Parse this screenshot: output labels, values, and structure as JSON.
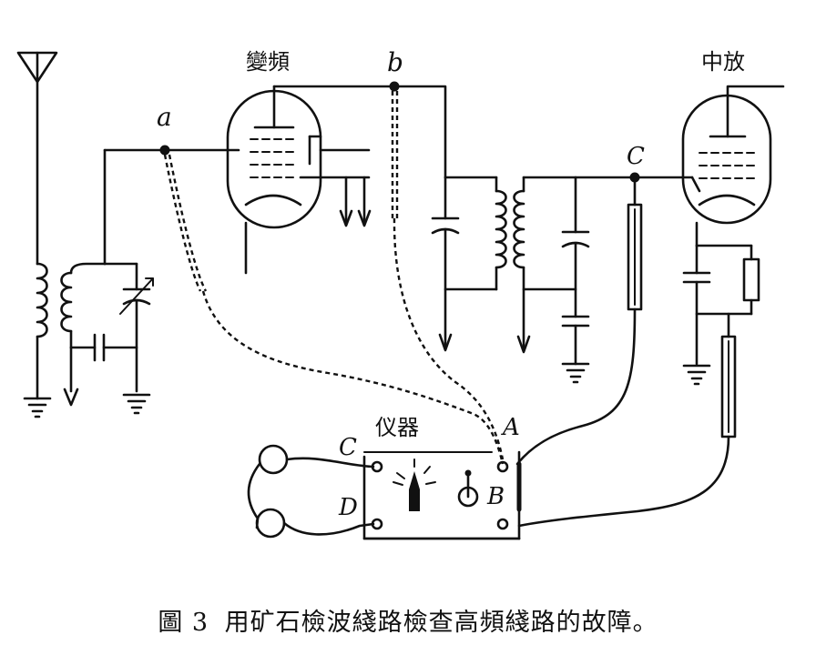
{
  "labels": {
    "converter_tube": "變頻",
    "if_tube": "中放",
    "instrument": "仪器",
    "point_a": "a",
    "point_b": "b",
    "point_c": "C",
    "terminal_A": "A",
    "terminal_B": "B",
    "terminal_C": "C",
    "terminal_D": "D"
  },
  "caption": {
    "figure_no": "圖 3",
    "text": "用矿石檢波綫路檢查高頻綫路的故障。"
  }
}
